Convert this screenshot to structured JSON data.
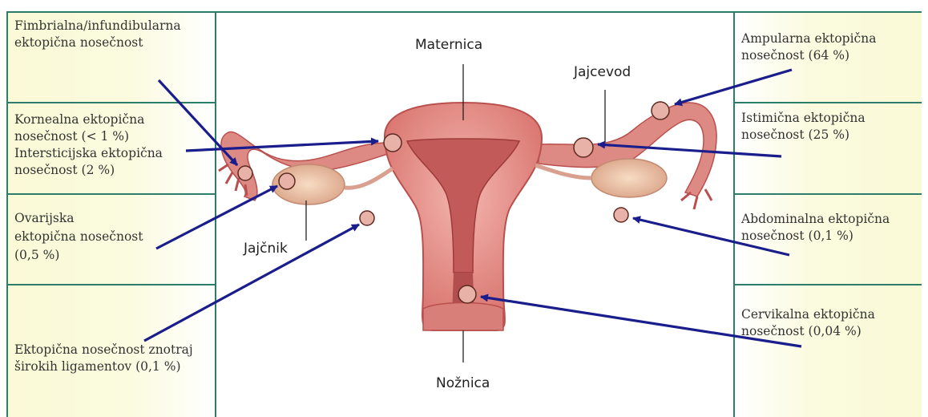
{
  "colors": {
    "frame": "#2e7d6b",
    "box_fill": "#fafad6",
    "arrow": "#1a1d8c",
    "tissue": "#e59a94",
    "tissue_dark": "#c85a58",
    "ovary": "#efc3a6"
  },
  "organ_labels": {
    "uterus": "Maternica",
    "tube": "Jajcevod",
    "ovary": "Jajčnik",
    "vagina": "Nožnica"
  },
  "left_boxes": [
    {
      "text": "Fimbrialna/infundibularna\nektopična nosečnost"
    },
    {
      "text": "Kornealna ektopična\nnosečnost (< 1 %)\nIntersticijska ektopična\nnosečnost (2 %)"
    },
    {
      "text": "Ovarijska\nektopična nosečnost\n(0,5 %)"
    },
    {
      "text": "Ektopična nosečnost znotraj\nširokih ligamentov (0,1 %)"
    }
  ],
  "right_boxes": [
    {
      "text": "Ampularna ektopična\nnosečnost (64 %)"
    },
    {
      "text": "Istimična ektopična\nnosečnost (25 %)"
    },
    {
      "text": "Abdominalna ektopična\nnosečnost (0,1 %)"
    },
    {
      "text": "Cervikalna ektopična\nnosečnost (0,04 %)"
    }
  ]
}
